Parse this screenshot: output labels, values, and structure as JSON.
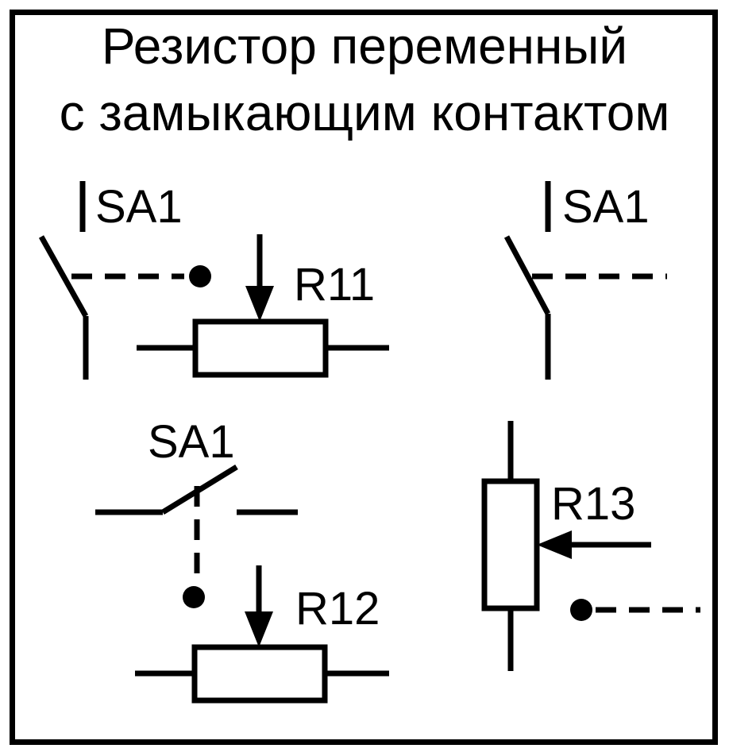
{
  "title_line1": "Резистор переменный",
  "title_line2": "с замыкающим контактом",
  "labels": {
    "sa1_left": "SA1",
    "sa1_right": "SA1",
    "sa1_bottom": "SA1",
    "r11": "R11",
    "r12": "R12",
    "r13": "R13"
  },
  "colors": {
    "ink": "#000000",
    "paper": "#ffffff"
  }
}
